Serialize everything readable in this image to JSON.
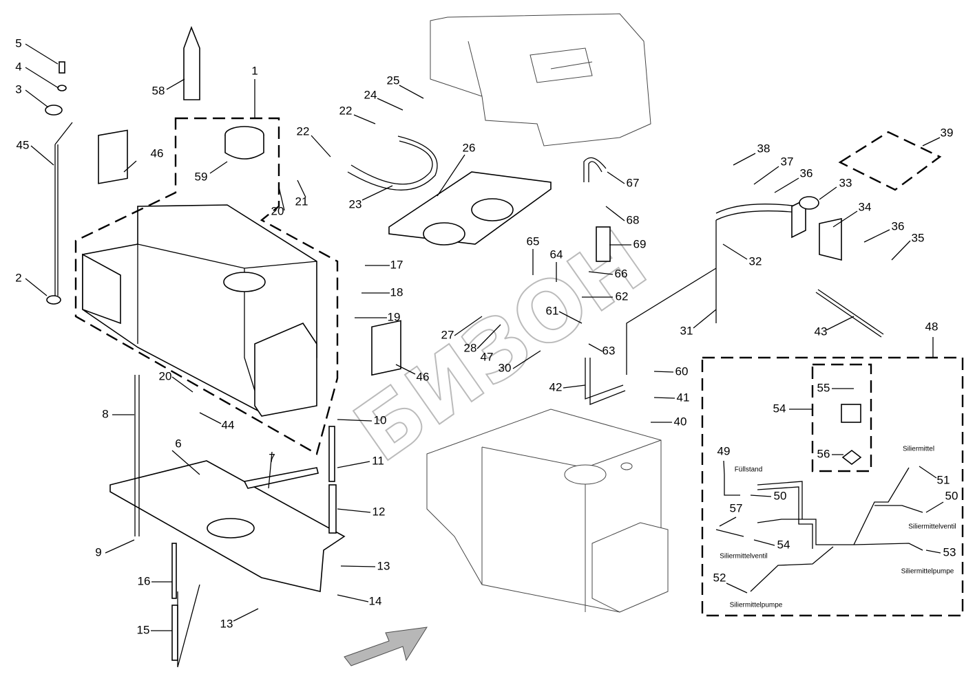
{
  "watermark": "БИЗОН",
  "callouts": [
    "5",
    "4",
    "3",
    "45",
    "2",
    "58",
    "1",
    "46",
    "59",
    "20",
    "21",
    "22",
    "22",
    "24",
    "25",
    "23",
    "26",
    "17",
    "18",
    "19",
    "46",
    "20",
    "44",
    "8",
    "6",
    "7",
    "10",
    "11",
    "12",
    "9",
    "16",
    "13",
    "14",
    "13",
    "15",
    "27",
    "28",
    "47",
    "30",
    "61",
    "65",
    "64",
    "62",
    "63",
    "66",
    "69",
    "68",
    "67",
    "42",
    "60",
    "41",
    "40",
    "38",
    "37",
    "36",
    "33",
    "34",
    "36",
    "35",
    "39",
    "32",
    "31",
    "43",
    "48",
    "55",
    "54",
    "56",
    "49",
    "50",
    "57",
    "54",
    "52",
    "51",
    "50",
    "53"
  ],
  "harness_labels": {
    "fuellstand": "Füllstand",
    "siliermittel": "Siliermittel",
    "siliermittelventil_right": "Siliermittelventil",
    "siliermittelventil_left": "Siliermittelventil",
    "siliermittelpumpe_right": "Siliermittelpumpe",
    "siliermittelpumpe_left": "Siliermittelpumpe"
  }
}
